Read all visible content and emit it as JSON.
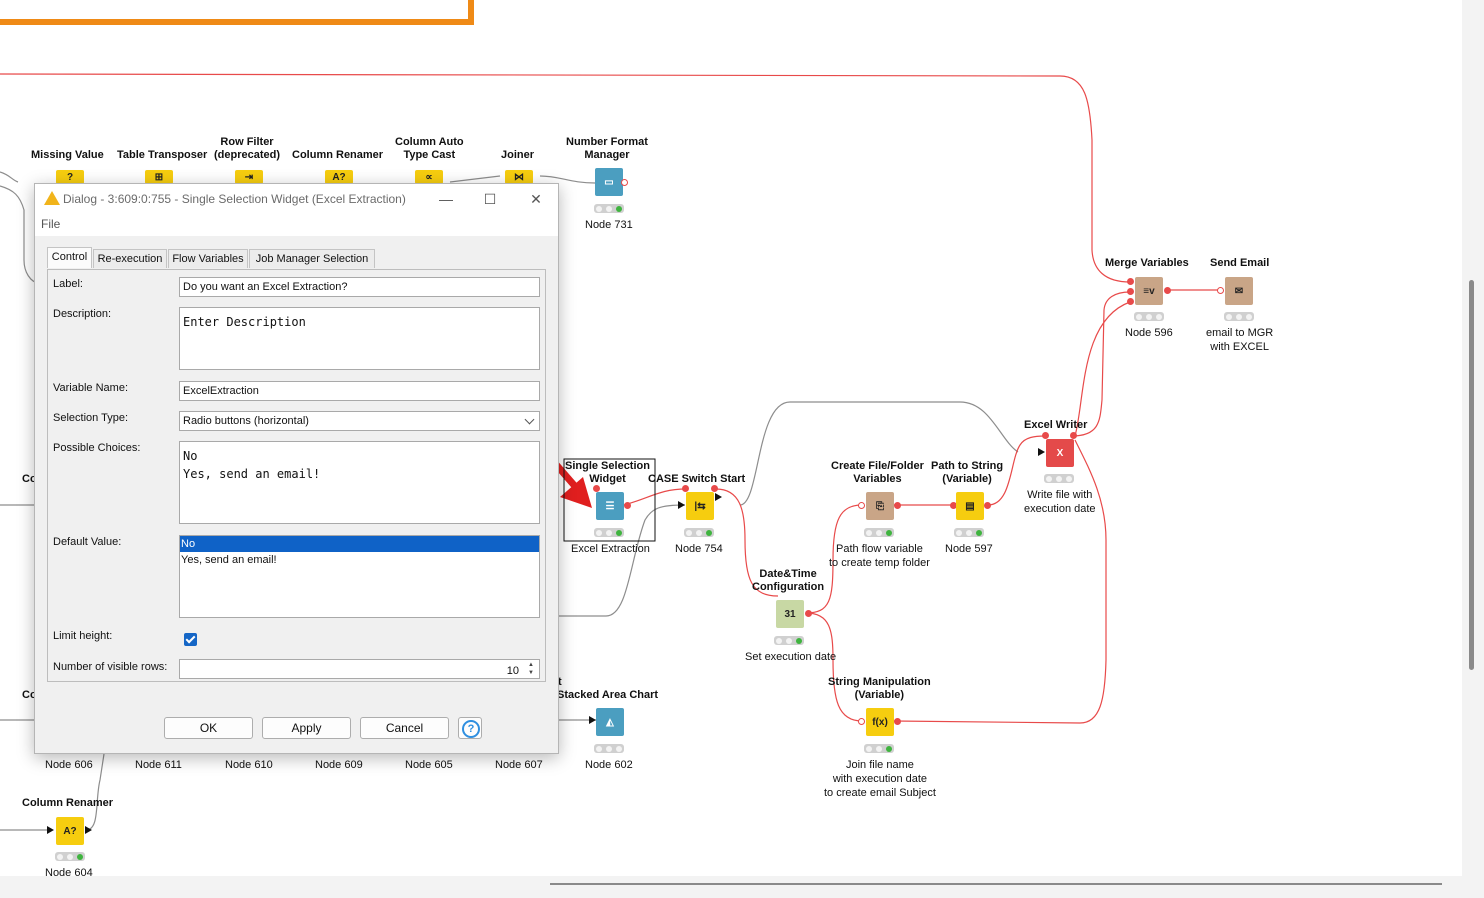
{
  "workflow": {
    "nodes": [
      {
        "id": "missing-value",
        "label": "Missing Value",
        "caption": "Node 606"
      },
      {
        "id": "table-transposer",
        "label": "Table Transposer",
        "caption": "Node 611"
      },
      {
        "id": "row-filter",
        "label": "Row Filter\n(deprecated)",
        "caption": "Node 610"
      },
      {
        "id": "column-renamer-top",
        "label": "Column Renamer",
        "caption": "Node 609"
      },
      {
        "id": "column-auto-type-cast",
        "label": "Column Auto\nType Cast",
        "caption": "Node 605"
      },
      {
        "id": "joiner",
        "label": "Joiner",
        "caption": "Node 607"
      },
      {
        "id": "number-format-manager",
        "label": "Number Format\nManager",
        "caption": "Node 731"
      },
      {
        "id": "single-selection-widget",
        "label": "Single Selection\nWidget",
        "caption": "Excel Extraction"
      },
      {
        "id": "case-switch-start",
        "label": "CASE Switch Start",
        "caption": "Node 754"
      },
      {
        "id": "date-time-config",
        "label": "Date&Time\nConfiguration",
        "caption": "Set execution date"
      },
      {
        "id": "create-file-folder-variables",
        "label": "Create File/Folder\nVariables",
        "caption": "Path flow variable\nto create temp folder"
      },
      {
        "id": "path-to-string",
        "label": "Path to String\n(Variable)",
        "caption": "Node 597"
      },
      {
        "id": "excel-writer",
        "label": "Excel Writer",
        "caption": "Write file with\nexecution date"
      },
      {
        "id": "merge-variables",
        "label": "Merge Variables",
        "caption": "Node 596"
      },
      {
        "id": "send-email",
        "label": "Send Email",
        "caption": "email to MGR\nwith EXCEL"
      },
      {
        "id": "string-manipulation",
        "label": "String Manipulation\n(Variable)",
        "caption": "Join file name\nwith execution date\nto create email Subject"
      },
      {
        "id": "stacked-area-chart",
        "label": "Stacked Area Chart",
        "caption": "Node 602"
      },
      {
        "id": "column-renamer-bottom",
        "label": "Column Renamer",
        "caption": "Node 604"
      }
    ],
    "partial_labels": {
      "co_mid": "Co",
      "co_low": "Co",
      "t_frag": "t"
    }
  },
  "dialog": {
    "title": "Dialog - 3:609:0:755 - Single Selection Widget (Excel Extraction)",
    "menu_file": "File",
    "tabs": [
      "Control",
      "Re-execution",
      "Flow Variables",
      "Job Manager Selection"
    ],
    "fields": {
      "label_label": "Label:",
      "label_value": "Do you want an Excel Extraction?",
      "description_label": "Description:",
      "description_value": "Enter Description",
      "variable_name_label": "Variable Name:",
      "variable_name_value": "ExcelExtraction",
      "selection_type_label": "Selection Type:",
      "selection_type_value": "Radio buttons (horizontal)",
      "possible_choices_label": "Possible Choices:",
      "possible_choices": [
        "No",
        "Yes, send an email!"
      ],
      "default_value_label": "Default Value:",
      "default_options": [
        "No",
        "Yes, send an email!"
      ],
      "default_selected": "No",
      "limit_height_label": "Limit height:",
      "limit_height_checked": true,
      "visible_rows_label": "Number of visible rows:",
      "visible_rows_value": "10"
    },
    "buttons": {
      "ok": "OK",
      "apply": "Apply",
      "cancel": "Cancel"
    }
  },
  "colors": {
    "accent_orange": "#ef8a16",
    "wire_red": "#e84a4a",
    "arrow_red": "#e01f1f",
    "selection_blue": "#0f62c7"
  }
}
